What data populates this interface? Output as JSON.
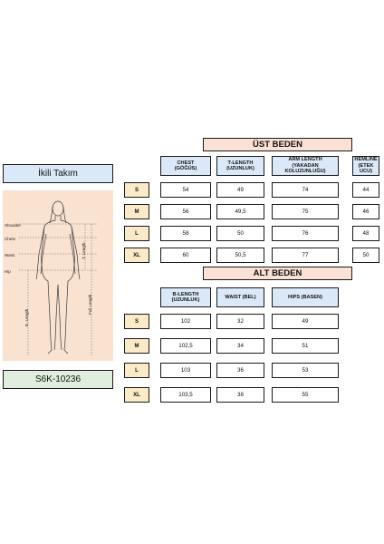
{
  "product_title": "İkili Takım",
  "product_code": "S6K-10236",
  "figure": {
    "labels": {
      "shoulder": "Shoulder",
      "chest": "Chest",
      "waist": "Waist",
      "hip": "Hip",
      "t_length": "T. Length",
      "b_length": "B. Length",
      "full_length": "Full Length"
    }
  },
  "top": {
    "section_title": "ÜST BEDEN",
    "headers": [
      "CHEST\n(GÖĞÜS)",
      "T-LENGTH\n(UZUNLUK)",
      "ARM LENGTH\n(YAKADAN\nKOLUZUNLUĞU)",
      "HEMLINE\n(ETEK\nUCU)"
    ],
    "rows": [
      {
        "size": "S",
        "values": [
          "54",
          "49",
          "74",
          "44"
        ]
      },
      {
        "size": "M",
        "values": [
          "56",
          "49,5",
          "75",
          "46"
        ]
      },
      {
        "size": "L",
        "values": [
          "58",
          "50",
          "76",
          "48"
        ]
      },
      {
        "size": "XL",
        "values": [
          "60",
          "50,5",
          "77",
          "50"
        ]
      }
    ]
  },
  "bottom": {
    "section_title": "ALT BEDEN",
    "headers": [
      "B-LENGTH\n(UZUNLUK)",
      "WAIST   (BEL)",
      "HIPS (BASEN)"
    ],
    "rows": [
      {
        "size": "S",
        "values": [
          "102",
          "32",
          "49"
        ]
      },
      {
        "size": "M",
        "values": [
          "102,5",
          "34",
          "51"
        ]
      },
      {
        "size": "L",
        "values": [
          "103",
          "36",
          "53"
        ]
      },
      {
        "size": "XL",
        "values": [
          "103,5",
          "38",
          "55"
        ]
      }
    ]
  }
}
